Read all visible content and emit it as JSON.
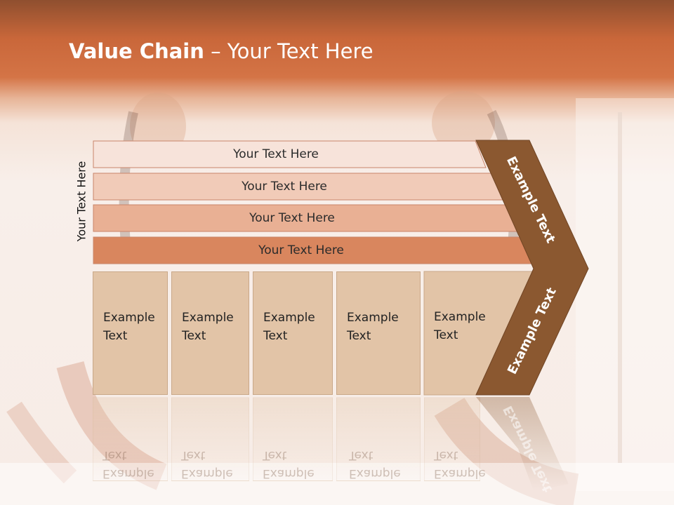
{
  "slide": {
    "title_bold": "Value Chain",
    "title_rest": " – Your Text Here",
    "vertical_label": "Your Text Here",
    "bars": [
      {
        "label": "Your Text Here",
        "color": "#f7e3da"
      },
      {
        "label": "Your Text Here",
        "color": "#f1cbb8"
      },
      {
        "label": "Your Text Here",
        "color": "#e9b094"
      },
      {
        "label": "Your Text Here",
        "color": "#d9865e"
      }
    ],
    "boxes": [
      {
        "line1": "Example",
        "line2": "Text"
      },
      {
        "line1": "Example",
        "line2": "Text"
      },
      {
        "line1": "Example",
        "line2": "Text"
      },
      {
        "line1": "Example",
        "line2": "Text"
      },
      {
        "line1": "Example",
        "line2": "Text"
      }
    ],
    "chevron_top_label": "Example Text",
    "chevron_bottom_label": "Example Text",
    "colors": {
      "header": "#d0703f",
      "chevron": "#8b5830",
      "box": "#e2c4a7"
    }
  }
}
